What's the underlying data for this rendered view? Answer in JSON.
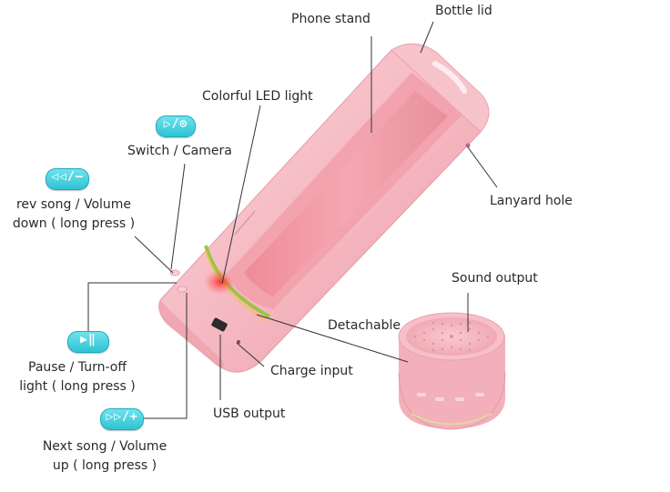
{
  "labels": {
    "bottle_lid": "Bottle lid",
    "phone_stand": "Phone stand",
    "led_light": "Colorful LED light",
    "switch_camera": "Switch / Camera",
    "rev_song_1": "rev song / Volume",
    "rev_song_2": "down ( long press )",
    "lanyard_hole": "Lanyard hole",
    "sound_output": "Sound output",
    "detachable": "Detachable",
    "pause_1": "Pause / Turn-off",
    "pause_2": "light ( long press )",
    "charge_input": "Charge input",
    "usb_output": "USB output",
    "next_song_1": "Next song / Volume",
    "next_song_2": "up ( long press )"
  },
  "buttons": {
    "switch_camera_glyph": "▷/⊙",
    "rev_glyph": "◁◁/—",
    "pause_glyph": "▶‖",
    "next_glyph": "▷▷/+"
  },
  "icons": [
    "switch-camera-icon",
    "previous-volume-down-icon",
    "play-pause-icon",
    "next-volume-up-icon"
  ],
  "colors": {
    "product_pink": "#f4b3bd",
    "button_cyan": "#35c6d6",
    "leader_line": "#333333",
    "led_green": "#9ac640",
    "led_red": "#ff3b3b"
  }
}
